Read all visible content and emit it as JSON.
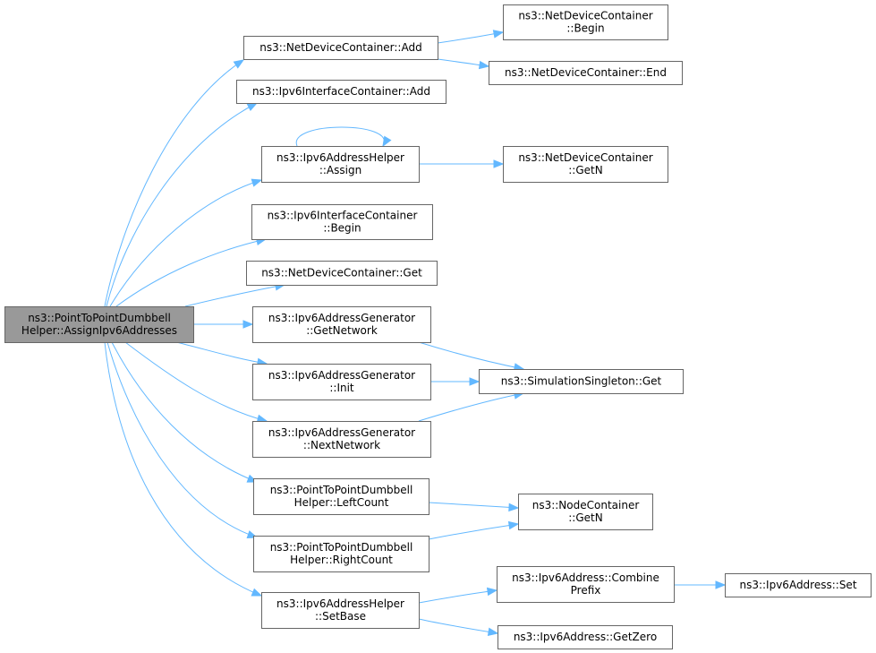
{
  "diagram": {
    "type": "call-graph",
    "colors": {
      "edge": "#63b8ff",
      "root_fill": "#999999",
      "node_fill": "#ffffff",
      "node_border": "#666666"
    },
    "nodes": [
      {
        "id": "root",
        "lines": [
          "ns3::PointToPointDumbbell",
          "Helper::AssignIpv6Addresses"
        ]
      },
      {
        "id": "ndc_add",
        "lines": [
          "ns3::NetDeviceContainer::Add"
        ]
      },
      {
        "id": "ndc_begin",
        "lines": [
          "ns3::NetDeviceContainer",
          "::Begin"
        ]
      },
      {
        "id": "ndc_end",
        "lines": [
          "ns3::NetDeviceContainer::End"
        ]
      },
      {
        "id": "iic_add",
        "lines": [
          "ns3::Ipv6InterfaceContainer::Add"
        ]
      },
      {
        "id": "iah_assign",
        "lines": [
          "ns3::Ipv6AddressHelper",
          "::Assign"
        ]
      },
      {
        "id": "ndc_getn",
        "lines": [
          "ns3::NetDeviceContainer",
          "::GetN"
        ]
      },
      {
        "id": "iic_begin",
        "lines": [
          "ns3::Ipv6InterfaceContainer",
          "::Begin"
        ]
      },
      {
        "id": "ndc_get",
        "lines": [
          "ns3::NetDeviceContainer::Get"
        ]
      },
      {
        "id": "iag_getnetwork",
        "lines": [
          "ns3::Ipv6AddressGenerator",
          "::GetNetwork"
        ]
      },
      {
        "id": "iag_init",
        "lines": [
          "ns3::Ipv6AddressGenerator",
          "::Init"
        ]
      },
      {
        "id": "ss_get",
        "lines": [
          "ns3::SimulationSingleton::Get"
        ]
      },
      {
        "id": "iag_nextnetwork",
        "lines": [
          "ns3::Ipv6AddressGenerator",
          "::NextNetwork"
        ]
      },
      {
        "id": "ptp_leftcount",
        "lines": [
          "ns3::PointToPointDumbbell",
          "Helper::LeftCount"
        ]
      },
      {
        "id": "nc_getn",
        "lines": [
          "ns3::NodeContainer",
          "::GetN"
        ]
      },
      {
        "id": "ptp_rightcount",
        "lines": [
          "ns3::PointToPointDumbbell",
          "Helper::RightCount"
        ]
      },
      {
        "id": "iah_setbase",
        "lines": [
          "ns3::Ipv6AddressHelper",
          "::SetBase"
        ]
      },
      {
        "id": "ia_combineprefix",
        "lines": [
          "ns3::Ipv6Address::Combine",
          "Prefix"
        ]
      },
      {
        "id": "ia_set",
        "lines": [
          "ns3::Ipv6Address::Set"
        ]
      },
      {
        "id": "ia_getzero",
        "lines": [
          "ns3::Ipv6Address::GetZero"
        ]
      }
    ],
    "edges": [
      {
        "from": "root",
        "to": "ndc_add"
      },
      {
        "from": "root",
        "to": "iic_add"
      },
      {
        "from": "root",
        "to": "iah_assign"
      },
      {
        "from": "root",
        "to": "iic_begin"
      },
      {
        "from": "root",
        "to": "ndc_get"
      },
      {
        "from": "root",
        "to": "iag_getnetwork"
      },
      {
        "from": "root",
        "to": "iag_init"
      },
      {
        "from": "root",
        "to": "iag_nextnetwork"
      },
      {
        "from": "root",
        "to": "ptp_leftcount"
      },
      {
        "from": "root",
        "to": "ptp_rightcount"
      },
      {
        "from": "root",
        "to": "iah_setbase"
      },
      {
        "from": "ndc_add",
        "to": "ndc_begin"
      },
      {
        "from": "ndc_add",
        "to": "ndc_end"
      },
      {
        "from": "iah_assign",
        "to": "iah_assign"
      },
      {
        "from": "iah_assign",
        "to": "ndc_getn"
      },
      {
        "from": "iag_getnetwork",
        "to": "ss_get"
      },
      {
        "from": "iag_init",
        "to": "ss_get"
      },
      {
        "from": "iag_nextnetwork",
        "to": "ss_get"
      },
      {
        "from": "ptp_leftcount",
        "to": "nc_getn"
      },
      {
        "from": "ptp_rightcount",
        "to": "nc_getn"
      },
      {
        "from": "iah_setbase",
        "to": "ia_combineprefix"
      },
      {
        "from": "iah_setbase",
        "to": "ia_getzero"
      },
      {
        "from": "ia_combineprefix",
        "to": "ia_set"
      }
    ]
  }
}
